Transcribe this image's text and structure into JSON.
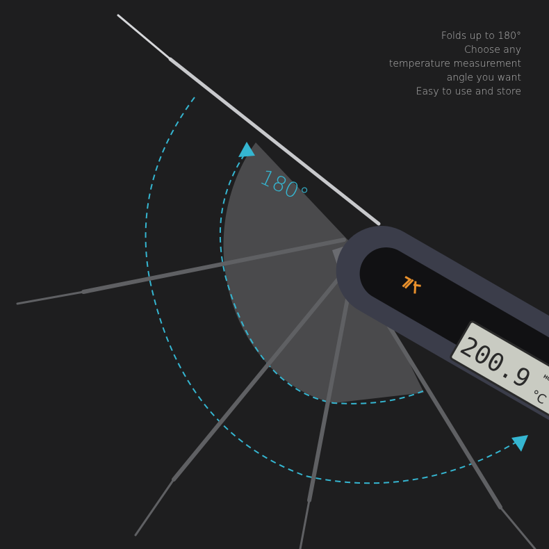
{
  "caption": {
    "lines": [
      "Folds up to 180°",
      "Choose any",
      "temperature measurement",
      "angle you want",
      "Easy to use and store"
    ]
  },
  "angle_label": "180°",
  "display": {
    "reading": "200.9",
    "unit": "°C",
    "hold_label": "HOLD"
  },
  "colors": {
    "background": "#1e1e1f",
    "accent_cyan": "#35b6d1",
    "logo_orange": "#e8902c",
    "body": "#3b3d4a",
    "lcd": "#c9cbc2"
  }
}
